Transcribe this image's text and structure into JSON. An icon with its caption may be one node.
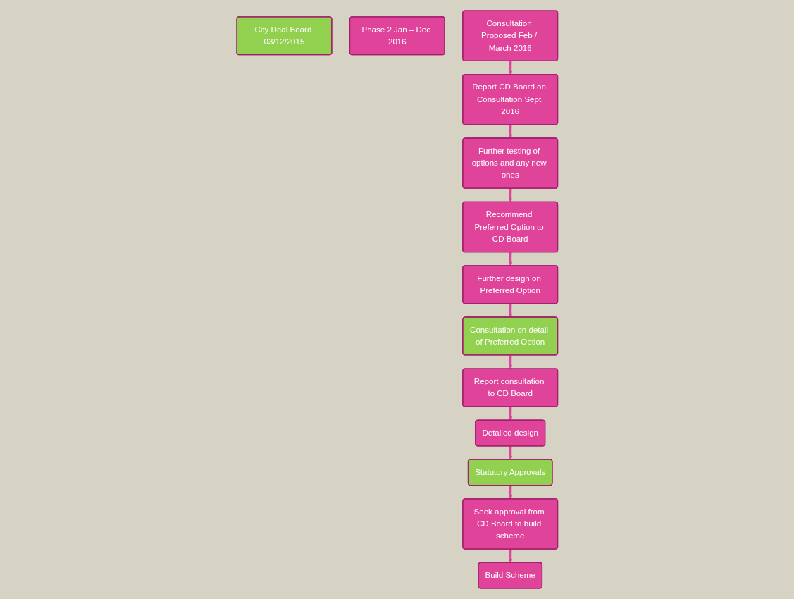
{
  "diagram": {
    "nodes": [
      {
        "text": [
          "City Deal Board 03/12/2015"
        ]
      },
      {
        "text": [
          "Phase 2 Jan – Dec 2016"
        ]
      },
      {
        "text": [
          "Consultation Proposed Feb / March 2016"
        ]
      },
      {
        "text": [
          "Report CD Board on Consultation Sept 2016"
        ]
      },
      {
        "text": [
          "Further testing of options and any new ones"
        ]
      },
      {
        "text": [
          "Recommend Preferred Option to CD Board"
        ]
      },
      {
        "text": [
          "Further design on Preferred Option"
        ]
      },
      {
        "text": [
          "Consultation on detail of Preferred Option"
        ]
      },
      {
        "text": [
          "Report consultation to CD Board"
        ]
      },
      {
        "text": [
          "Detailed design"
        ]
      },
      {
        "text": [
          "Statutory Approvals"
        ]
      },
      {
        "text": [
          "Seek approval from CD Board to build scheme"
        ]
      },
      {
        "text": [
          "Build Scheme"
        ]
      }
    ],
    "edges": [
      {
        "from": 2,
        "to": 3,
        "arrow": "to"
      },
      {
        "from": 3,
        "to": 4,
        "arrow": "to"
      },
      {
        "from": 4,
        "to": 5,
        "arrow": "to"
      },
      {
        "from": 5,
        "to": 6,
        "arrow": "to"
      },
      {
        "from": 6,
        "to": 7,
        "arrow": "to"
      },
      {
        "from": 7,
        "to": 8,
        "arrow": "to"
      },
      {
        "from": 8,
        "to": 9,
        "arrow": "to"
      },
      {
        "from": 9,
        "to": 10,
        "arrow": "to"
      },
      {
        "from": 10,
        "to": 11,
        "arrow": "to"
      },
      {
        "from": 11,
        "to": 12,
        "arrow": "to"
      }
    ]
  }
}
